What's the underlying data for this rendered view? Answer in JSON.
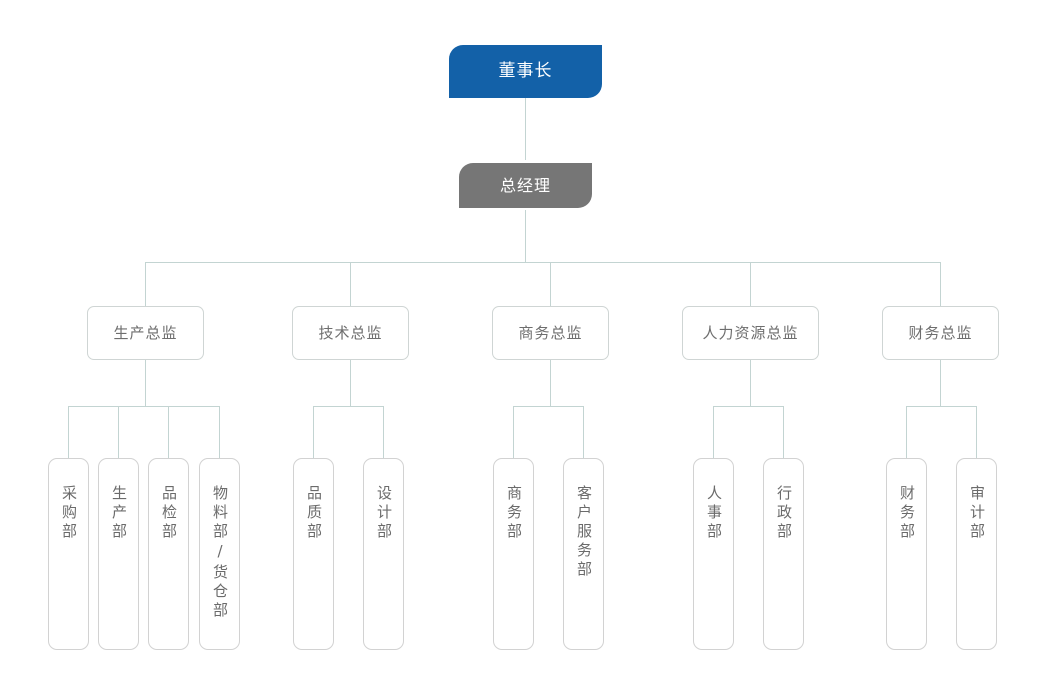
{
  "chart": {
    "type": "org-chart",
    "title": "",
    "connector_color": "#c3d4d2",
    "levels": [
      {
        "level": 1,
        "role": "executive",
        "nodes": [
          {
            "id": "chairman",
            "label": "董事长",
            "fill": "#1361a8",
            "text_color": "#ffffff"
          }
        ]
      },
      {
        "level": 2,
        "role": "general-manager",
        "nodes": [
          {
            "id": "gm",
            "label": "总经理",
            "fill": "#767676",
            "text_color": "#ffffff"
          }
        ]
      },
      {
        "level": 3,
        "role": "director",
        "nodes": [
          {
            "id": "dir-production",
            "label": "生产总监",
            "fill": "#ffffff",
            "text_color": "#6e6e6e"
          },
          {
            "id": "dir-technology",
            "label": "技术总监",
            "fill": "#ffffff",
            "text_color": "#6e6e6e"
          },
          {
            "id": "dir-business",
            "label": "商务总监",
            "fill": "#ffffff",
            "text_color": "#6e6e6e"
          },
          {
            "id": "dir-hr",
            "label": "人力资源总监",
            "fill": "#ffffff",
            "text_color": "#6e6e6e"
          },
          {
            "id": "dir-finance",
            "label": "财务总监",
            "fill": "#ffffff",
            "text_color": "#6e6e6e"
          }
        ]
      },
      {
        "level": 4,
        "role": "department",
        "nodes": [
          {
            "id": "dept-purchasing",
            "label": "采购部",
            "parent": "dir-production"
          },
          {
            "id": "dept-production",
            "label": "生产部",
            "parent": "dir-production"
          },
          {
            "id": "dept-qc",
            "label": "品检部",
            "parent": "dir-production"
          },
          {
            "id": "dept-material",
            "label": "物料部/货仓部",
            "parent": "dir-production"
          },
          {
            "id": "dept-quality",
            "label": "品质部",
            "parent": "dir-technology"
          },
          {
            "id": "dept-design",
            "label": "设计部",
            "parent": "dir-technology"
          },
          {
            "id": "dept-business",
            "label": "商务部",
            "parent": "dir-business"
          },
          {
            "id": "dept-customer",
            "label": "客户服务部",
            "parent": "dir-business"
          },
          {
            "id": "dept-personnel",
            "label": "人事部",
            "parent": "dir-hr"
          },
          {
            "id": "dept-admin",
            "label": "行政部",
            "parent": "dir-hr"
          },
          {
            "id": "dept-finance",
            "label": "财务部",
            "parent": "dir-finance"
          },
          {
            "id": "dept-audit",
            "label": "审计部",
            "parent": "dir-finance"
          }
        ]
      }
    ]
  }
}
